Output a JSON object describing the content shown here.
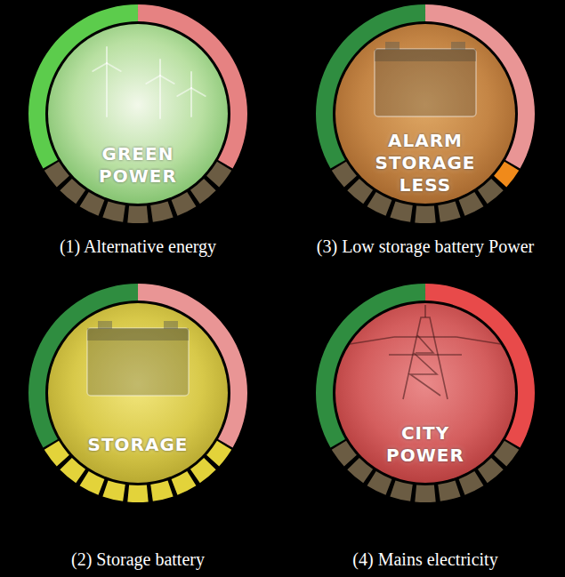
{
  "diagram": {
    "nodes": [
      {
        "text": [
          "GREEN POWER",
          "(1) Alternative energy"
        ]
      },
      {
        "text": [
          "ALARM STORAGE LESS",
          "(3) Low storage battery Power"
        ]
      },
      {
        "text": [
          "STORAGE",
          "(2) Storage battery"
        ]
      },
      {
        "text": [
          "CITY POWER",
          "(4) Mains electricity"
        ]
      }
    ]
  }
}
